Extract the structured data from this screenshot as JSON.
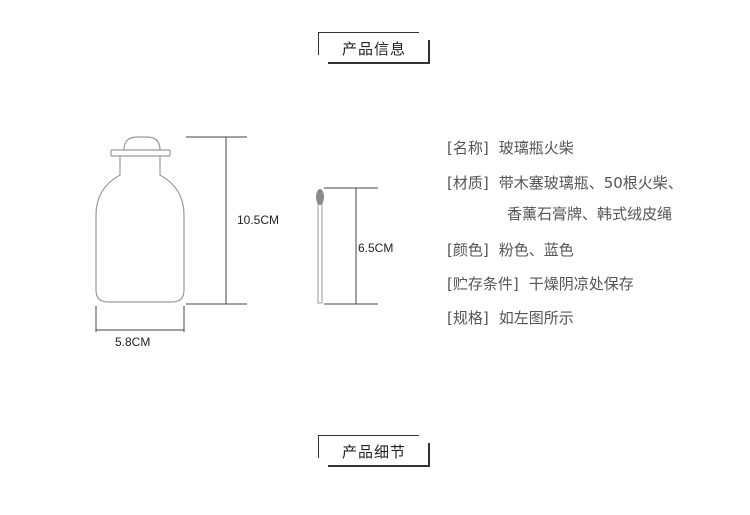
{
  "sections": {
    "info_title": "产品信息",
    "detail_title": "产品细节"
  },
  "dimensions": {
    "bottle_height": "10.5CM",
    "bottle_width": "5.8CM",
    "match_length": "6.5CM"
  },
  "specs": [
    {
      "key": "[名称]",
      "value": "玻璃瓶火柴"
    },
    {
      "key": "[材质]",
      "value": "带木塞玻璃瓶、50根火柴、",
      "value_line2": "香薰石膏牌、韩式绒皮绳"
    },
    {
      "key": "[颜色]",
      "value": "粉色、蓝色"
    },
    {
      "key": "[贮存条件]",
      "value": "干燥阴凉处保存"
    },
    {
      "key": "[规格]",
      "value": "如左图所示"
    }
  ],
  "colors": {
    "outline": "#999999",
    "dimension_line": "#444444",
    "match_head": "#8a8a8a"
  }
}
